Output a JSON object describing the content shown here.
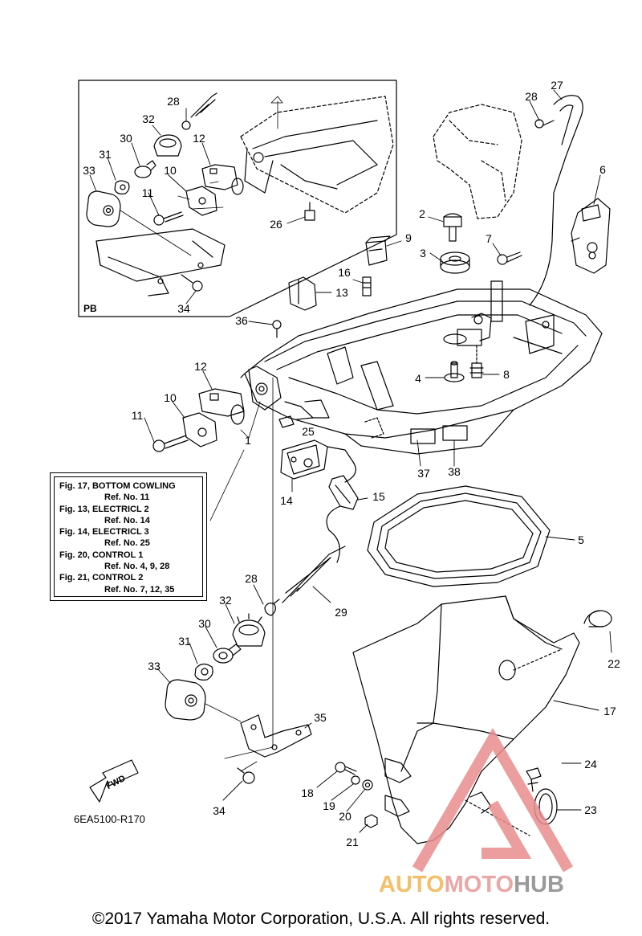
{
  "callouts": [
    {
      "id": "c28a",
      "label": "28"
    },
    {
      "id": "c32a",
      "label": "32"
    },
    {
      "id": "c30a",
      "label": "30"
    },
    {
      "id": "c12a",
      "label": "12"
    },
    {
      "id": "c31a",
      "label": "31"
    },
    {
      "id": "c10a",
      "label": "10"
    },
    {
      "id": "c33a",
      "label": "33"
    },
    {
      "id": "c11a",
      "label": "11"
    },
    {
      "id": "c26",
      "label": "26"
    },
    {
      "id": "c34a",
      "label": "34"
    },
    {
      "id": "c27",
      "label": "27"
    },
    {
      "id": "c28b",
      "label": "28"
    },
    {
      "id": "c6",
      "label": "6"
    },
    {
      "id": "c2",
      "label": "2"
    },
    {
      "id": "c9",
      "label": "9"
    },
    {
      "id": "c3",
      "label": "3"
    },
    {
      "id": "c7",
      "label": "7"
    },
    {
      "id": "c16",
      "label": "16"
    },
    {
      "id": "c13",
      "label": "13"
    },
    {
      "id": "c36",
      "label": "36"
    },
    {
      "id": "c4",
      "label": "4"
    },
    {
      "id": "c8",
      "label": "8"
    },
    {
      "id": "c12b",
      "label": "12"
    },
    {
      "id": "c10b",
      "label": "10"
    },
    {
      "id": "c11b",
      "label": "11"
    },
    {
      "id": "c1",
      "label": "1"
    },
    {
      "id": "c25",
      "label": "25"
    },
    {
      "id": "c37",
      "label": "37"
    },
    {
      "id": "c38",
      "label": "38"
    },
    {
      "id": "c15",
      "label": "15"
    },
    {
      "id": "c14",
      "label": "14"
    },
    {
      "id": "c5",
      "label": "5"
    },
    {
      "id": "c28c",
      "label": "28"
    },
    {
      "id": "c29",
      "label": "29"
    },
    {
      "id": "c32b",
      "label": "32"
    },
    {
      "id": "c30b",
      "label": "30"
    },
    {
      "id": "c31b",
      "label": "31"
    },
    {
      "id": "c33b",
      "label": "33"
    },
    {
      "id": "c22",
      "label": "22"
    },
    {
      "id": "c17",
      "label": "17"
    },
    {
      "id": "c35",
      "label": "35"
    },
    {
      "id": "c24",
      "label": "24"
    },
    {
      "id": "c18",
      "label": "18"
    },
    {
      "id": "c19",
      "label": "19"
    },
    {
      "id": "c23",
      "label": "23"
    },
    {
      "id": "c20",
      "label": "20"
    },
    {
      "id": "c34b",
      "label": "34"
    },
    {
      "id": "c21",
      "label": "21"
    }
  ],
  "inset_label": "PB",
  "fwd_label": "FWD",
  "reference_box": {
    "lines": [
      {
        "text": "Fig. 17, BOTTOM COWLING",
        "indent": false
      },
      {
        "text": "Ref. No. 11",
        "indent": true
      },
      {
        "text": "Fig. 13, ELECTRICL 2",
        "indent": false
      },
      {
        "text": "Ref. No. 14",
        "indent": true
      },
      {
        "text": "Fig. 14, ELECTRICL 3",
        "indent": false
      },
      {
        "text": "Ref. No. 25",
        "indent": true
      },
      {
        "text": "Fig. 20, CONTROL 1",
        "indent": false
      },
      {
        "text": "Ref. No. 4, 9, 28",
        "indent": true
      },
      {
        "text": "Fig. 21, CONTROL 2",
        "indent": false
      },
      {
        "text": "Ref. No. 7, 12, 35",
        "indent": true
      }
    ]
  },
  "part_code": "6EA5100-R170",
  "copyright": "©2017 Yamaha Motor Corporation, U.S.A. All rights reserved.",
  "watermark": {
    "part1": "AUTO",
    "part2": "MOTO",
    "part3": "HUB",
    "colors": {
      "auto": "#f4bf6a",
      "moto": "#eba6a6",
      "hub": "#9a9a9a",
      "triangle": "#e98c8c"
    }
  }
}
